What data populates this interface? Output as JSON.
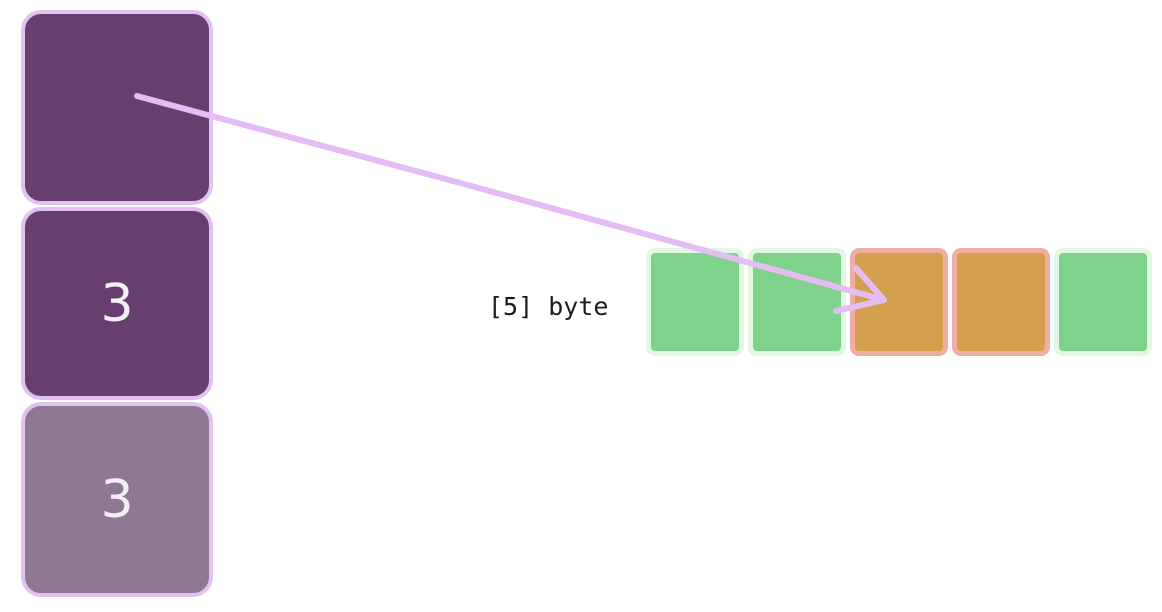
{
  "slice_header": {
    "pointer": "",
    "length": "3",
    "capacity": "3"
  },
  "array": {
    "type_label": "[5] byte",
    "cells": [
      {
        "state": "normal"
      },
      {
        "state": "normal"
      },
      {
        "state": "highlight"
      },
      {
        "state": "highlight"
      },
      {
        "state": "normal"
      }
    ]
  },
  "colors": {
    "header_fill": "#663f6e",
    "header_faded_fill": "#8f7893",
    "header_border": "#e2c2ef",
    "cell_normal": "#7fd28b",
    "cell_highlight": "#d4a04d",
    "arrow": "#e6bcf5"
  }
}
